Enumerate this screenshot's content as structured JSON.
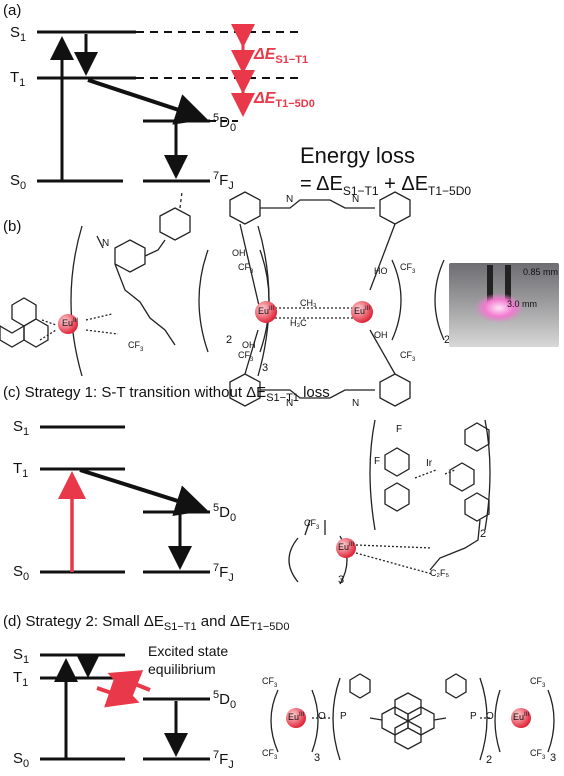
{
  "panels": {
    "a": {
      "label": "(a)",
      "levels": {
        "s1": "S",
        "s1_sub": "1",
        "t1": "T",
        "t1_sub": "1",
        "s0": "S",
        "s0_sub": "0",
        "d0_sup": "5",
        "d0": "D",
        "d0_sub": "0",
        "fj_sup": "7",
        "fj": "F",
        "fj_sub": "J"
      },
      "gap1": {
        "delta": "ΔE",
        "sub": "S1−T1"
      },
      "gap2": {
        "delta": "ΔE",
        "sub": "T1−5D0"
      },
      "energy_loss_title": "Energy loss",
      "energy_loss_eq_prefix": "= ΔE",
      "energy_loss_eq_sub1": "S1−T1",
      "energy_loss_eq_mid": " + ΔE",
      "energy_loss_eq_sub2": "T1−5D0"
    },
    "b": {
      "label": "(b)",
      "photo_dim1": "0.85 mm",
      "photo_dim2": "3.0 mm"
    },
    "c": {
      "label_prefix": "(c) Strategy 1: S-T transition without ΔE",
      "label_sub": "S1−T1",
      "label_suffix": " loss"
    },
    "d": {
      "label_prefix": "(d) Strategy 2: Small ΔE",
      "label_sub1": "S1−T1",
      "label_mid": " and ΔE",
      "label_sub2": "T1−5D0",
      "equilibrium_line1": "Excited state",
      "equilibrium_line2": "equilibrium"
    }
  },
  "chem_labels": {
    "cf3": "CF",
    "cf3_sub": "3",
    "eu": "Eu",
    "eu_sup": "III",
    "ir": "Ir",
    "oh": "OH",
    "ho": "HO",
    "n": "N",
    "o": "O",
    "p": "P",
    "f": "F",
    "c2f5": "C₂F₅",
    "h3c": "H₃C",
    "ch3": "CH₃",
    "sub2": "2",
    "sub3": "3"
  },
  "colors": {
    "red": "#e8384a",
    "black": "#111111"
  }
}
